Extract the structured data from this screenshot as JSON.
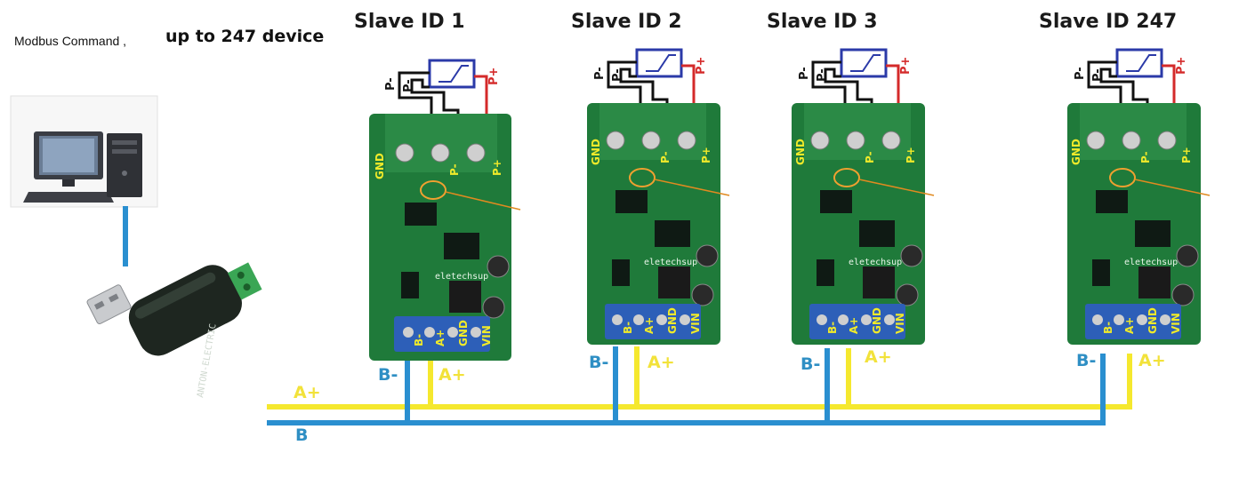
{
  "header": {
    "command_note": "Modbus Command ,",
    "capacity_note": "up to 247 device"
  },
  "pc": {
    "label": "PC"
  },
  "usb_adapter": {
    "brand_text": "ANTON-ELECTRIC"
  },
  "bus_labels": {
    "a_plus": "A+",
    "b_minus": "B"
  },
  "slaves": [
    {
      "title": "Slave ID 1",
      "board_brand": "eletechsup",
      "sensor_labels": {
        "p_minus_1": "P-",
        "p_minus_2": "P-",
        "p_plus": "P+"
      },
      "top_terminals": [
        "GND",
        "P-",
        "P+"
      ],
      "bottom_terminals": [
        "B-",
        "A+",
        "GND",
        "VIN"
      ],
      "bus_labels": {
        "b_minus": "B-",
        "a_plus": "A+"
      }
    },
    {
      "title": "Slave ID 2",
      "board_brand": "eletechsup",
      "sensor_labels": {
        "p_minus_1": "P-",
        "p_minus_2": "P-",
        "p_plus": "P+"
      },
      "top_terminals": [
        "GND",
        "P-",
        "P+"
      ],
      "bottom_terminals": [
        "B-",
        "A+",
        "GND",
        "VIN"
      ],
      "bus_labels": {
        "b_minus": "B-",
        "a_plus": "A+"
      }
    },
    {
      "title": "Slave ID 3",
      "board_brand": "eletechsup",
      "sensor_labels": {
        "p_minus_1": "P-",
        "p_minus_2": "P-",
        "p_plus": "P+"
      },
      "top_terminals": [
        "GND",
        "P-",
        "P+"
      ],
      "bottom_terminals": [
        "B-",
        "A+",
        "GND",
        "VIN"
      ],
      "bus_labels": {
        "b_minus": "B-",
        "a_plus": "A+"
      }
    },
    {
      "title": "Slave ID 247",
      "board_brand": "eletechsup",
      "sensor_labels": {
        "p_minus_1": "P-",
        "p_minus_2": "P-",
        "p_plus": "P+"
      },
      "top_terminals": [
        "GND",
        "P-",
        "P+"
      ],
      "bottom_terminals": [
        "B-",
        "A+",
        "GND",
        "VIN"
      ],
      "bus_labels": {
        "b_minus": "B-",
        "a_plus": "A+"
      }
    }
  ],
  "colors": {
    "bus_a_wire": "#f5e82e",
    "bus_b_wire": "#2a8fd0",
    "board_green": "#1f7a3a",
    "sensor_outline": "#2b3aa8",
    "p_plus_wire": "#d42a2a",
    "p_minus_wire": "#111111"
  }
}
